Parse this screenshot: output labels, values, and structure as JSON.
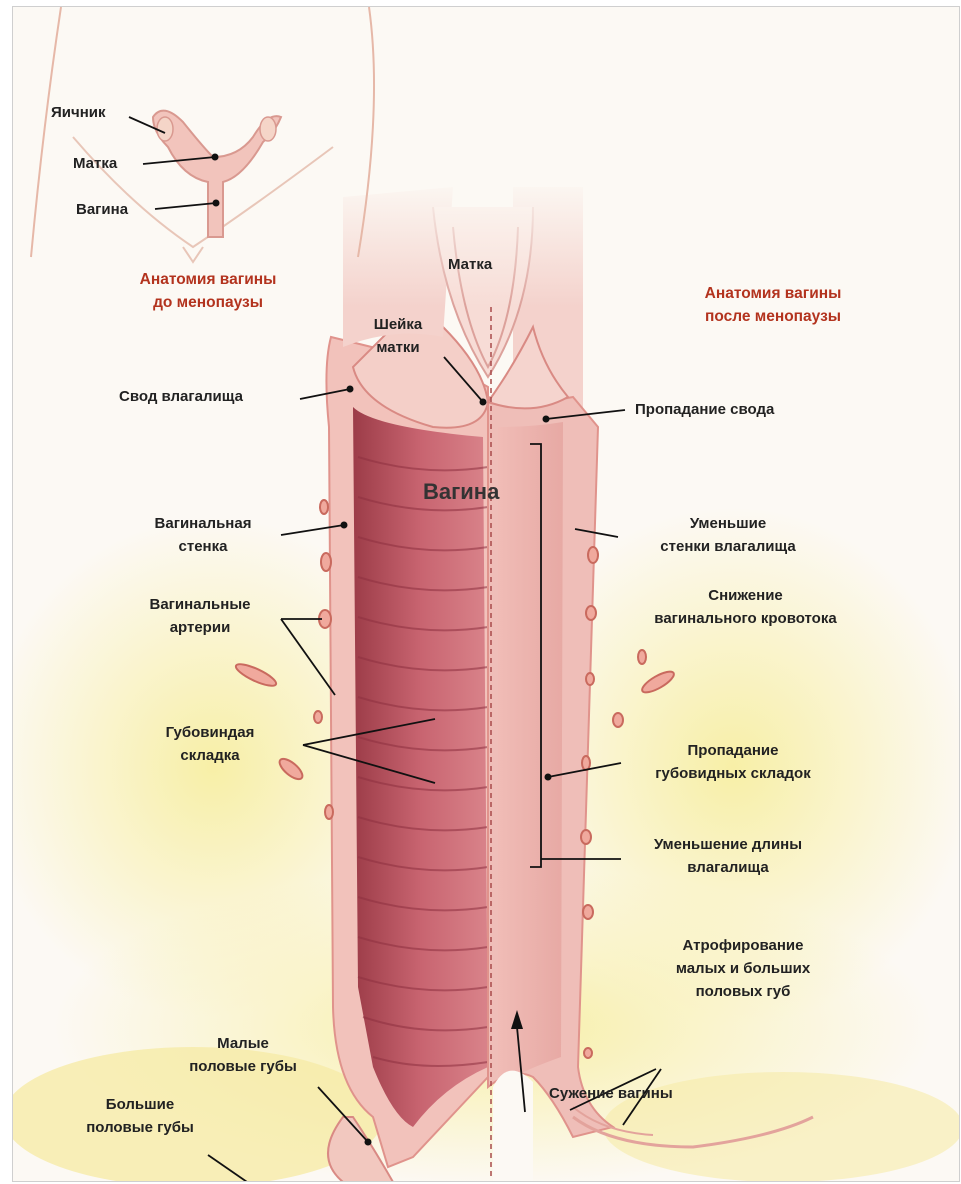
{
  "inset": {
    "ovary": "Яичник",
    "uterus": "Матка",
    "vagina": "Вагина"
  },
  "titles": {
    "before_line1": "Анатомия вагины",
    "before_line2": "до менопаузы",
    "after_line1": "Анатомия вагины",
    "after_line2": "после менопаузы"
  },
  "labels": {
    "uterus_top": "Матка",
    "cervix_line1": "Шейка",
    "cervix_line2": "матки",
    "vaginal_vault": "Свод влагалища",
    "vault_prolapse": "Пропадание свода",
    "vagina_center": "Вагина",
    "vaginal_wall_line1": "Вагинальная",
    "vaginal_wall_line2": "стенка",
    "thinner_walls_line1": "Уменьшие",
    "thinner_walls_line2": "стенки влагалища",
    "blood_flow_line1": "Снижение",
    "blood_flow_line2": "вагинального кровотока",
    "arteries_line1": "Вагинальные",
    "arteries_line2": "артерии",
    "rugae_line1": "Губовиндая",
    "rugae_line2": "складка",
    "rugae_loss_line1": "Пропадание",
    "rugae_loss_line2": "губовидных складок",
    "length_line1": "Уменьшение длины",
    "length_line2": "влагалища",
    "atrophy_line1": "Атрофирование",
    "atrophy_line2": "малых и больших",
    "atrophy_line3": "половых губ",
    "labia_minora_line1": "Малые",
    "labia_minora_line2": "половые губы",
    "narrowing": "Сужение вагины",
    "labia_majora_line1": "Большие",
    "labia_majora_line2": "половые губы"
  },
  "colors": {
    "tissue": "#f3c9c2",
    "wall": "#e9a7a0",
    "rugae": "#b9505a",
    "fat": "#f6eaa0",
    "title_red": "#b3331e"
  }
}
